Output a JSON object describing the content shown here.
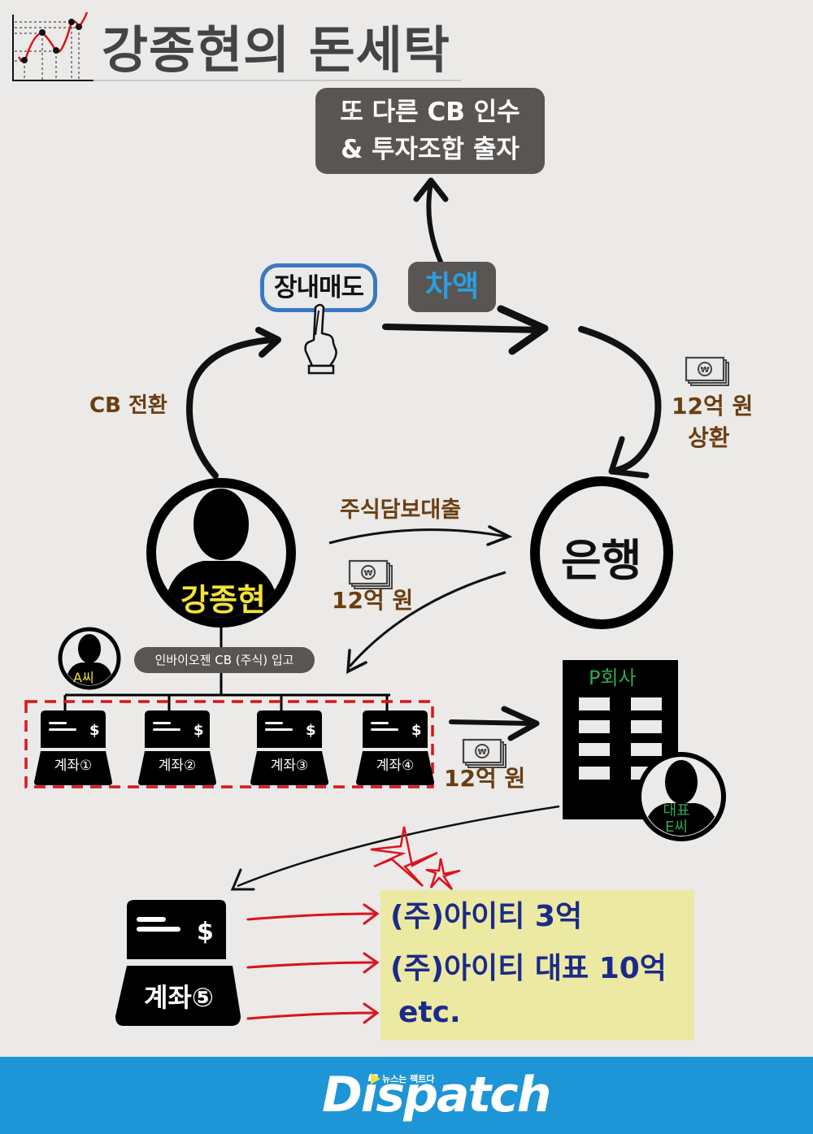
{
  "title": "강종현의 돈세탁",
  "top_box": {
    "line1": "또 다른 CB 인수",
    "line2": "& 투자조합 출자"
  },
  "nodes": {
    "sell": "장내매도",
    "difference": "차액",
    "bank": "은행",
    "person": "강종현",
    "person_a": "A씨",
    "company": "P회사",
    "ceo_line1": "대표",
    "ceo_line2": "E씨"
  },
  "edge_labels": {
    "cb_conversion": "CB 전환",
    "repay_amount": "12억 원",
    "repay": "상환",
    "stock_loan": "주식담보대출",
    "loan_amount": "12억 원",
    "transfer_amount": "12억 원",
    "deposit": "인바이오젠 CB (주식) 입고"
  },
  "accounts": [
    {
      "label": "계좌①"
    },
    {
      "label": "계좌②"
    },
    {
      "label": "계좌③"
    },
    {
      "label": "계좌④"
    }
  ],
  "account5": "계좌⑤",
  "recipients": [
    "(주)아이티 3억",
    "(주)아이티 대표 10억",
    "etc."
  ],
  "footer": {
    "logo": "Dispatch",
    "tagline": "뉴스는 팩트다"
  },
  "colors": {
    "background": "#ebeae8",
    "box_gray": "#595553",
    "brown_text": "#6b3e12",
    "sell_border": "#3a79c2",
    "diff_text": "#2a9fe0",
    "name_yellow": "#f3e23a",
    "company_green": "#2fa84f",
    "red": "#d9141e",
    "highlight": "#ece9a2",
    "recipient_text": "#1b2a8a",
    "footer_blue": "#1d95d6"
  }
}
